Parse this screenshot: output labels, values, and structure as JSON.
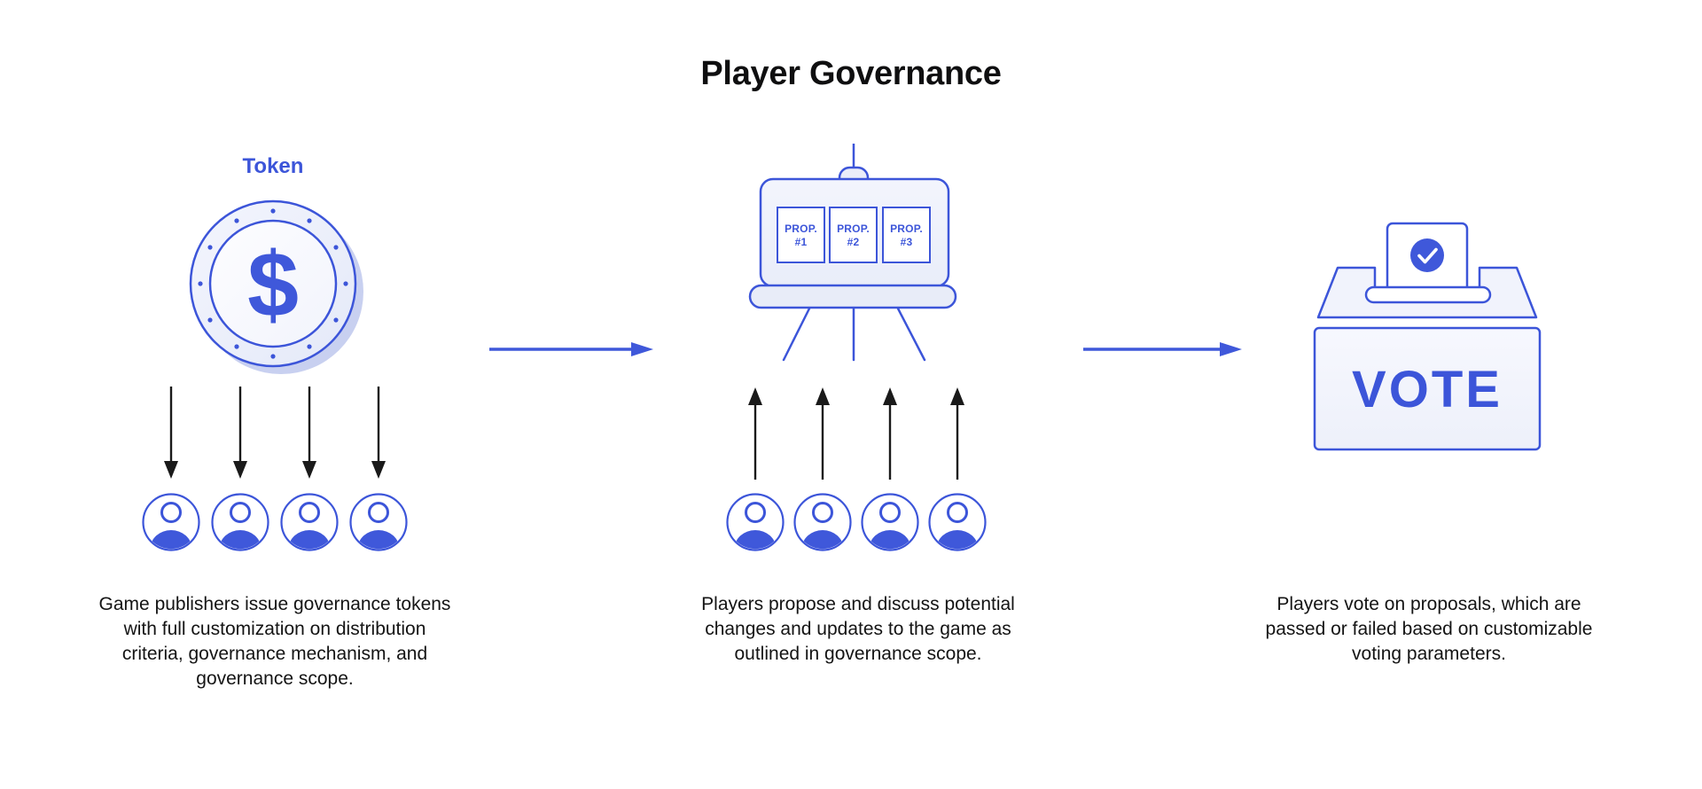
{
  "title": "Player Governance",
  "colors": {
    "blue": "#3c55d9",
    "light_fill": "#eef1fb",
    "coin_shadow": "#c8d0f0",
    "text_black": "#141414",
    "white": "#ffffff"
  },
  "connectors": [
    {
      "name": "token-to-proposals",
      "direction": "right"
    },
    {
      "name": "proposals-to-vote",
      "direction": "right"
    }
  ],
  "stages": [
    {
      "name": "token-distribution",
      "label": "Token",
      "coin_symbol": "$",
      "users": 4,
      "arrow_direction": "down",
      "description_lines": [
        "Game publishers issue governance tokens",
        "with full customization on distribution",
        "criteria, governance mechanism, and",
        "governance scope."
      ]
    },
    {
      "name": "proposal-discussion",
      "cards": [
        {
          "title": "PROP.",
          "number": "#1"
        },
        {
          "title": "PROP.",
          "number": "#2"
        },
        {
          "title": "PROP.",
          "number": "#3"
        }
      ],
      "users": 4,
      "arrow_direction": "up",
      "description_lines": [
        "Players propose and discuss potential",
        "changes and updates to the game as",
        "outlined in governance scope."
      ]
    },
    {
      "name": "voting",
      "box_label": "VOTE",
      "description_lines": [
        "Players vote on proposals, which are",
        "passed or failed based on customizable",
        "voting parameters."
      ]
    }
  ]
}
